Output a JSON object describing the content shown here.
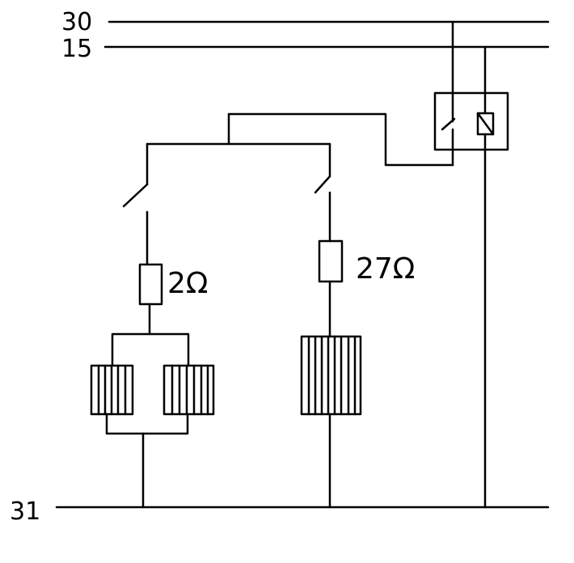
{
  "diagram": {
    "bus_labels": {
      "top": "30",
      "second": "15",
      "ground": "31"
    },
    "resistor_labels": {
      "left": "2Ω",
      "right": "27Ω"
    }
  }
}
